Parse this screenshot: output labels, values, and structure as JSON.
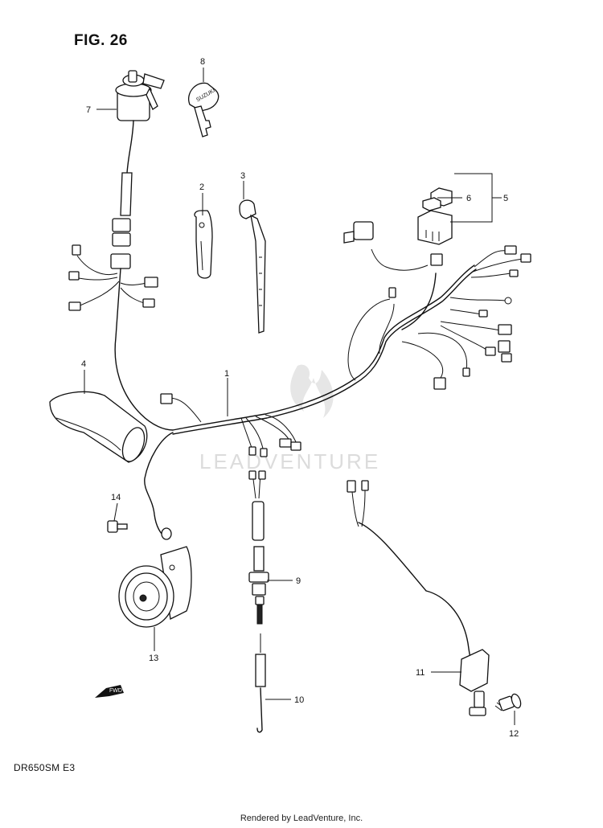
{
  "figure": {
    "title": "FIG. 26",
    "model_code": "DR650SM  E3"
  },
  "footer": {
    "credit": "Rendered by LeadVenture, Inc."
  },
  "watermark": {
    "text": "LEADVENTURE"
  },
  "direction_marker": {
    "label": "FWD"
  },
  "callouts": {
    "c1": "1",
    "c2": "2",
    "c3": "3",
    "c4": "4",
    "c5": "5",
    "c6": "6",
    "c7": "7",
    "c8": "8",
    "c9": "9",
    "c10": "10",
    "c11": "11",
    "c12": "12",
    "c13": "13",
    "c14": "14"
  }
}
